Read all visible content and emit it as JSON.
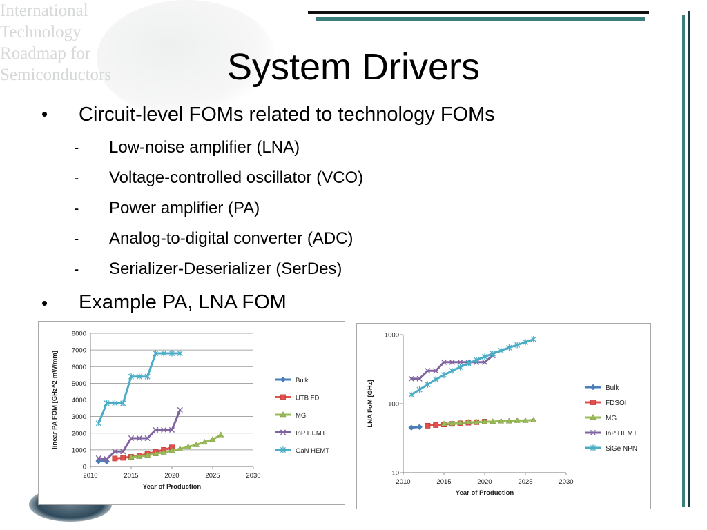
{
  "slide": {
    "title": "System Drivers",
    "bullets": [
      {
        "text": "Circuit-level FOMs related to technology FOMs",
        "subitems": [
          "Low-noise amplifier (LNA)",
          "Voltage-controlled oscillator (VCO)",
          "Power amplifier (PA)",
          "Analog-to-digital converter (ADC)",
          "Serializer-Deserializer  (SerDes)"
        ]
      },
      {
        "text": "Example PA, LNA FOM",
        "subitems": []
      }
    ],
    "bullet_glyph": "•",
    "dash_glyph": "-",
    "logo_lines": [
      "International",
      "Technology",
      "Roadmap for",
      "Semiconductors"
    ]
  },
  "chart_data": [
    {
      "type": "line",
      "ylabel": "linear PA FOM [GHz^2-mW/mm]",
      "xlabel": "Year of Production",
      "xlim": [
        2010,
        2030
      ],
      "ylim": [
        0,
        8000
      ],
      "xticks": [
        "2010",
        "2015",
        "2020",
        "2025",
        "2030"
      ],
      "yticks": [
        "0",
        "1000",
        "2000",
        "3000",
        "4000",
        "5000",
        "6000",
        "7000",
        "8000"
      ],
      "grid": "horizontal",
      "legend_position": "right",
      "series": [
        {
          "name": "Bulk",
          "color": "#4a7ebb",
          "marker": "diamond",
          "x": [
            2011,
            2012
          ],
          "y": [
            320,
            300
          ]
        },
        {
          "name": "UTB FD",
          "color": "#e0504d",
          "marker": "square",
          "x": [
            2013,
            2014,
            2015,
            2016,
            2017,
            2018,
            2019,
            2020
          ],
          "y": [
            480,
            520,
            580,
            650,
            760,
            880,
            1000,
            1150
          ]
        },
        {
          "name": "MG",
          "color": "#9bbb59",
          "marker": "triangle",
          "x": [
            2015,
            2016,
            2017,
            2018,
            2019,
            2020,
            2021,
            2022,
            2023,
            2024,
            2025,
            2026
          ],
          "y": [
            560,
            600,
            680,
            760,
            850,
            950,
            1060,
            1180,
            1310,
            1460,
            1620,
            1900
          ]
        },
        {
          "name": "InP HEMT",
          "color": "#8064a2",
          "marker": "x",
          "x": [
            2011,
            2012,
            2013,
            2014,
            2015,
            2016,
            2017,
            2018,
            2019,
            2020,
            2021
          ],
          "y": [
            500,
            450,
            900,
            900,
            1700,
            1700,
            1700,
            2200,
            2200,
            2200,
            3400
          ]
        },
        {
          "name": "GaN HEMT",
          "color": "#4bacc6",
          "marker": "star",
          "x": [
            2011,
            2012,
            2013,
            2014,
            2015,
            2016,
            2017,
            2018,
            2019,
            2020,
            2021
          ],
          "y": [
            2600,
            3800,
            3800,
            3800,
            5400,
            5400,
            5400,
            6800,
            6800,
            6800,
            6800
          ]
        }
      ]
    },
    {
      "type": "line",
      "ylabel": "LNA FoM [GHz]",
      "xlabel": "Year of Production",
      "yscale": "log",
      "xlim": [
        2010,
        2030
      ],
      "ylim": [
        10,
        1000
      ],
      "xticks": [
        "2010",
        "2015",
        "2020",
        "2025",
        "2030"
      ],
      "yticks": [
        "10",
        "100",
        "1000"
      ],
      "grid": "none",
      "legend_position": "right",
      "series": [
        {
          "name": "Bulk",
          "color": "#4a7ebb",
          "marker": "diamond",
          "x": [
            2011,
            2012
          ],
          "y": [
            45,
            46
          ]
        },
        {
          "name": "FDSOI",
          "color": "#e0504d",
          "marker": "square",
          "x": [
            2013,
            2014,
            2015,
            2016,
            2017,
            2018,
            2019,
            2020
          ],
          "y": [
            48,
            49,
            50,
            51,
            52,
            53,
            54,
            55
          ]
        },
        {
          "name": "MG",
          "color": "#9bbb59",
          "marker": "triangle",
          "x": [
            2015,
            2016,
            2017,
            2018,
            2019,
            2020,
            2021,
            2022,
            2023,
            2024,
            2025,
            2026
          ],
          "y": [
            51,
            52,
            53,
            54,
            54,
            55,
            55,
            56,
            56,
            57,
            57,
            58
          ]
        },
        {
          "name": "InP HEMT",
          "color": "#8064a2",
          "marker": "x",
          "x": [
            2011,
            2012,
            2013,
            2014,
            2015,
            2016,
            2017,
            2018,
            2019,
            2020,
            2021
          ],
          "y": [
            230,
            230,
            300,
            300,
            400,
            400,
            400,
            400,
            400,
            400,
            500
          ]
        },
        {
          "name": "SiGe NPN",
          "color": "#4bacc6",
          "marker": "star",
          "x": [
            2011,
            2012,
            2013,
            2014,
            2015,
            2016,
            2017,
            2018,
            2019,
            2020,
            2021,
            2022,
            2023,
            2024,
            2025,
            2026
          ],
          "y": [
            135,
            160,
            190,
            225,
            260,
            300,
            340,
            385,
            430,
            480,
            530,
            590,
            650,
            710,
            780,
            860
          ]
        }
      ]
    }
  ]
}
